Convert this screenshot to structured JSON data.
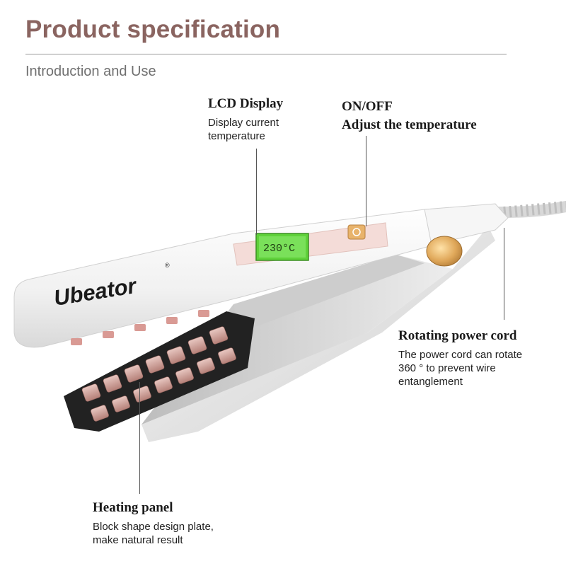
{
  "header": {
    "title": "Product specification",
    "subtitle": "Introduction and Use"
  },
  "product": {
    "brand": "Ubeator",
    "lcd_reading": "230°C"
  },
  "callouts": {
    "lcd": {
      "title": "LCD Display",
      "desc_line1": "Display current",
      "desc_line2": "temperature"
    },
    "power": {
      "title_line1": "ON/OFF",
      "title_line2": "Adjust the temperature"
    },
    "cord": {
      "title": "Rotating power cord",
      "desc_line1": "The power cord can rotate",
      "desc_line2": "360 ° to prevent wire",
      "desc_line3": "entanglement"
    },
    "panel": {
      "title": "Heating panel",
      "desc_line1": "Block shape design plate,",
      "desc_line2": "make natural result"
    }
  },
  "colors": {
    "title": "#8a6460",
    "lcd_green": "#5fd13a",
    "plate_rose": "#c79a93",
    "body_white": "#f4f4f4"
  }
}
